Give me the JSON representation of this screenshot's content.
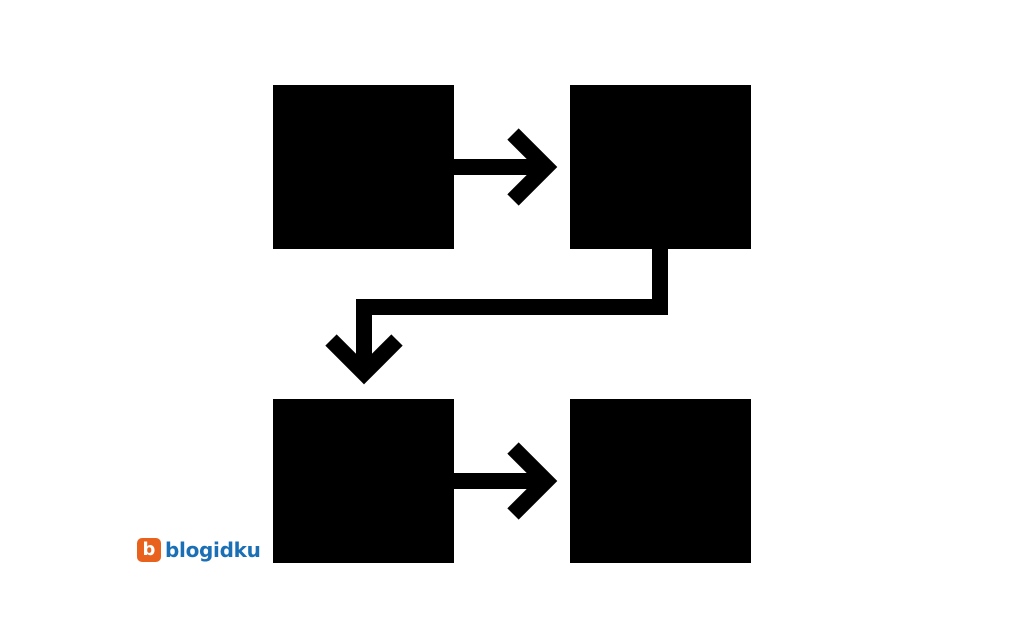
{
  "brand": {
    "badge_letter": "b",
    "name": "blogidku",
    "badge_color": "#e8621e",
    "text_color": "#1a6fb5"
  },
  "diagram": {
    "nodes": [
      "box-top-left",
      "box-top-right",
      "box-bottom-left",
      "box-bottom-right"
    ],
    "edges": [
      {
        "from": "box-top-left",
        "to": "box-top-right"
      },
      {
        "from": "box-top-right",
        "to": "box-bottom-left"
      },
      {
        "from": "box-bottom-left",
        "to": "box-bottom-right"
      }
    ],
    "fill_color": "#000000"
  }
}
